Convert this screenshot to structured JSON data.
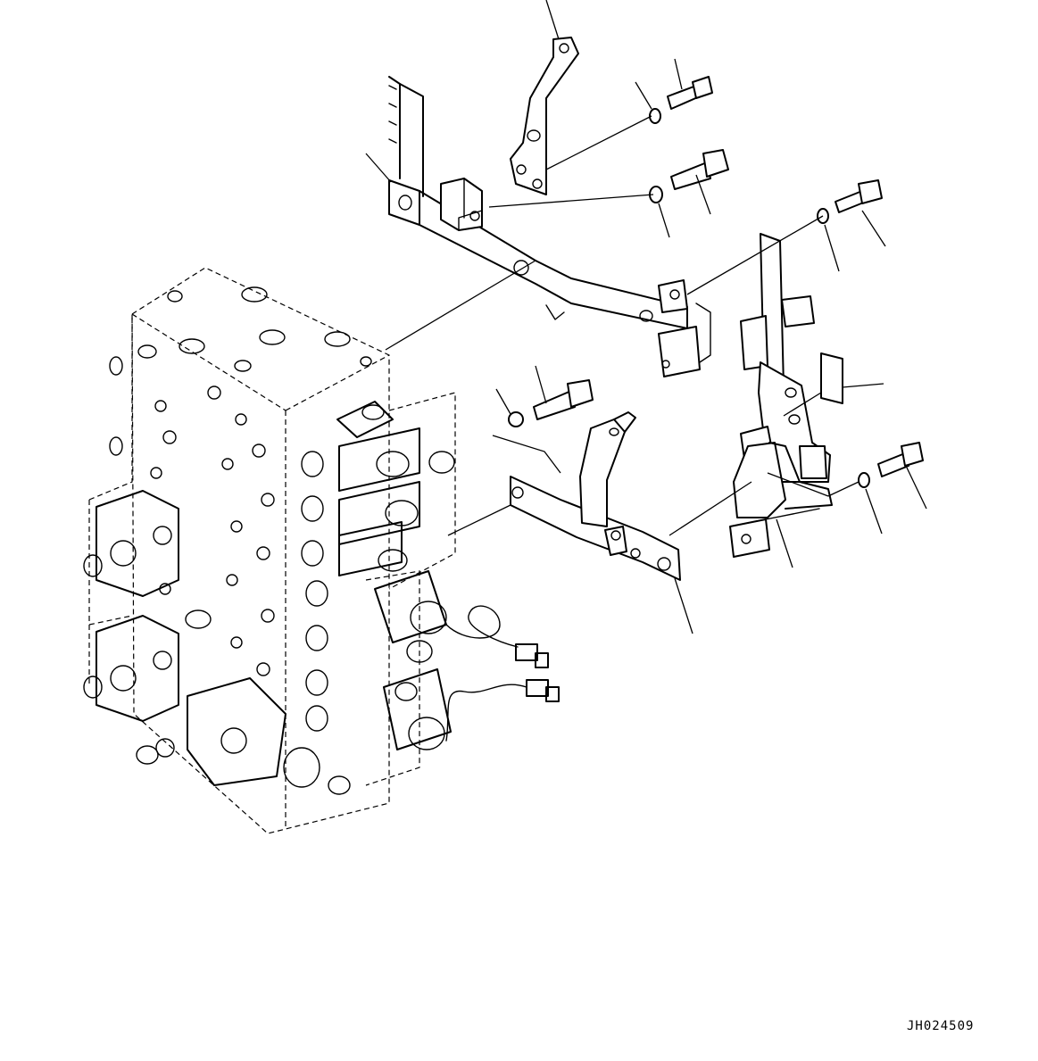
{
  "drawing": {
    "drawing_id": "JH024509",
    "stroke_color": "#000000",
    "background_color": "#ffffff",
    "parts": [
      "main-control-valve",
      "upper-bracket",
      "vertical-bracket",
      "lower-bracket",
      "right-bracket",
      "bolt",
      "washer",
      "pad",
      "solenoid-valve",
      "wire-harness-connector"
    ]
  }
}
